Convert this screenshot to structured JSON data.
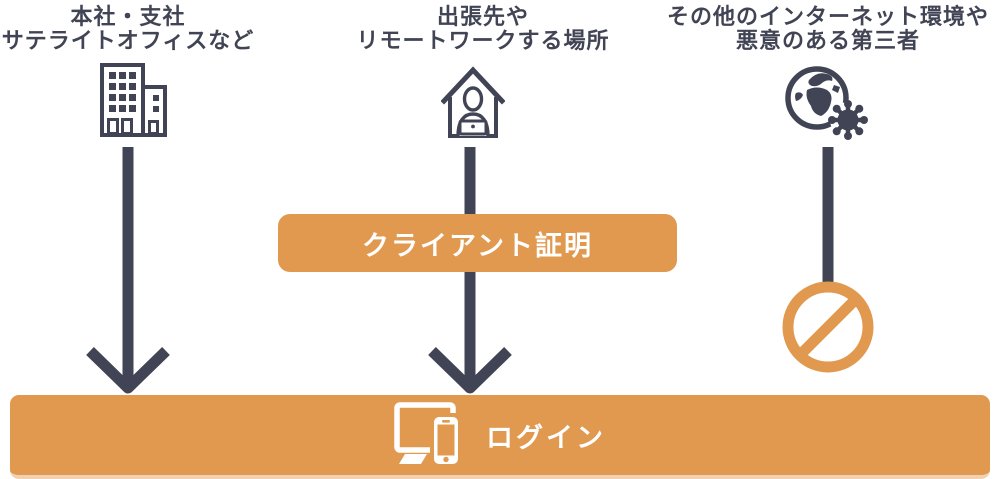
{
  "diagram_title": "client-certificate-login-flow",
  "colors": {
    "accent_orange": "#E0994F",
    "dark_slate": "#414454",
    "white": "#FFFFFF",
    "bar_bottom_edge": "#F0D2B2"
  },
  "columns": [
    {
      "title_line1": "本社・支社",
      "title_line2": "サテライトオフィスなど",
      "icon": "office-building-icon",
      "arrow": "down-arrow",
      "result": "login-allowed"
    },
    {
      "title_line1": "出張先や",
      "title_line2": "リモートワークする場所",
      "icon": "remote-work-house-icon",
      "arrow": "down-arrow",
      "result": "login-allowed"
    },
    {
      "title_line1": "その他のインターネット環境や",
      "title_line2": "悪意のある第三者",
      "icon": "globe-malware-icon",
      "arrow": "down-line-blocked",
      "result": "blocked"
    }
  ],
  "certificate_box": {
    "label": "クライアント証明"
  },
  "blocked_icon": "prohibition-icon",
  "login_bar": {
    "label": "ログイン",
    "icon": "devices-icon"
  }
}
